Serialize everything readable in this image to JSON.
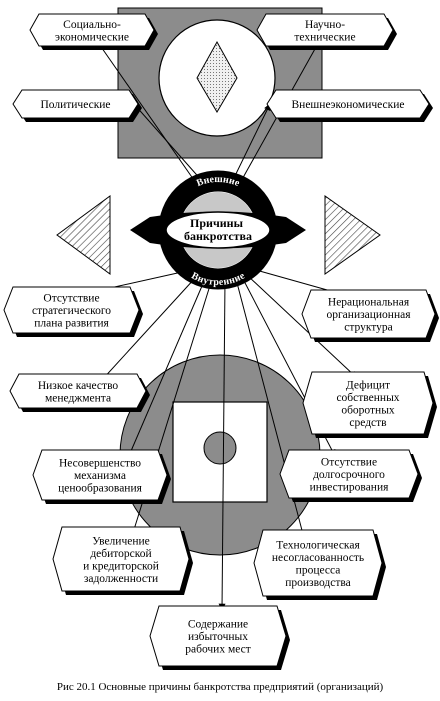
{
  "center": {
    "lines": [
      "Причины",
      "банкротства"
    ]
  },
  "ring": {
    "top": "Внешние",
    "bottom": "Внутренние"
  },
  "external": [
    {
      "key": "socio",
      "lines": [
        "Социально-",
        "экономические"
      ]
    },
    {
      "key": "scitech",
      "lines": [
        "Научно-",
        "технические"
      ]
    },
    {
      "key": "political",
      "lines": [
        "Политические"
      ]
    },
    {
      "key": "foreign",
      "lines": [
        "Внешнеэкономические"
      ]
    }
  ],
  "internal": [
    {
      "key": "strategy",
      "lines": [
        "Отсутствие",
        "стратегического",
        "плана развития"
      ]
    },
    {
      "key": "orgstruct",
      "lines": [
        "Нерациональная",
        "организационная",
        "структура"
      ]
    },
    {
      "key": "management",
      "lines": [
        "Низкое качество",
        "менеджмента"
      ]
    },
    {
      "key": "workingcap",
      "lines": [
        "Дефицит",
        "собственных",
        "оборотных",
        "средств"
      ]
    },
    {
      "key": "pricing",
      "lines": [
        "Несовершенство",
        "механизма",
        "ценообразования"
      ]
    },
    {
      "key": "investment",
      "lines": [
        "Отсутствие",
        "долгосрочного",
        "инвестирования"
      ]
    },
    {
      "key": "debt",
      "lines": [
        "Увеличение",
        "дебиторской",
        "и кредиторской",
        "задолженности"
      ]
    },
    {
      "key": "technology",
      "lines": [
        "Технологическая",
        "несогласованность",
        "процесса",
        "производства"
      ]
    },
    {
      "key": "jobs",
      "lines": [
        "Содержание",
        "избыточных",
        "рабочих мест"
      ]
    }
  ],
  "caption": "Рис 20.1 Основные причины банкротства предприятий (организаций)"
}
